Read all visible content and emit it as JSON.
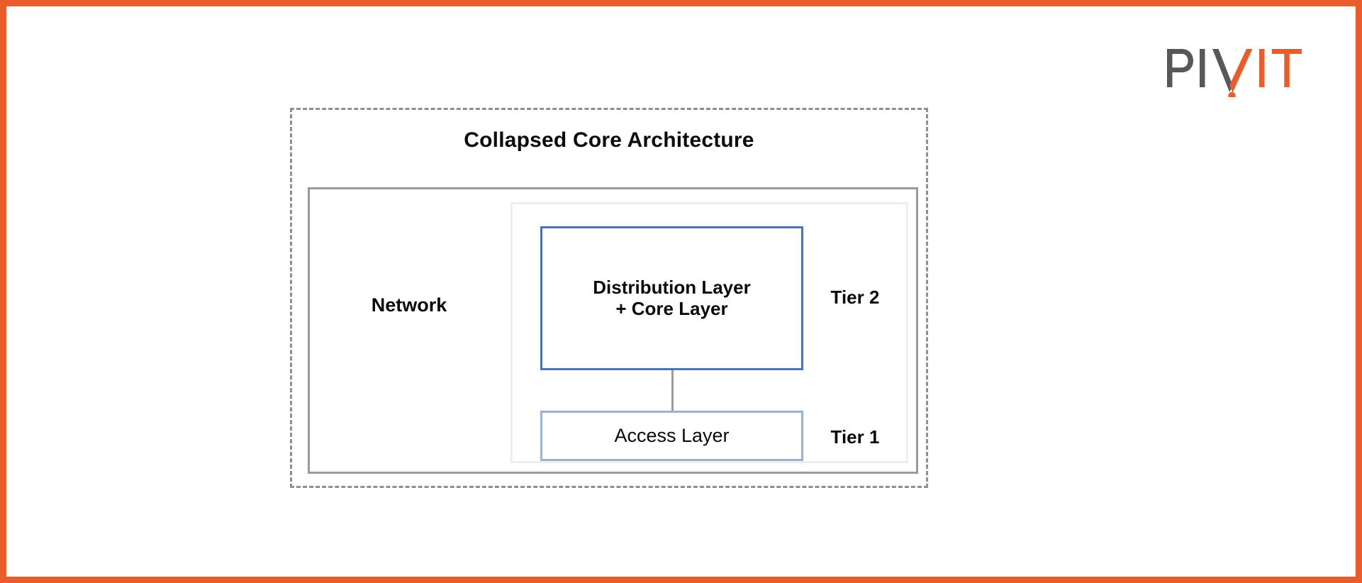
{
  "frame": {
    "border_color": "#ea5c2b"
  },
  "logo": {
    "name": "pivit-logo",
    "text_dark": "PIV",
    "text_accent": "IT",
    "dark_color": "#58585a",
    "accent_color": "#ea5c2b"
  },
  "diagram": {
    "title": "Collapsed Core Architecture",
    "network_label": "Network",
    "connector": "vertical-line",
    "tiers": [
      {
        "id": "tier-2",
        "box_label_line1": "Distribution Layer",
        "box_label_line2": "+ Core Layer",
        "tier_label": "Tier 2",
        "border_color": "#4a74b5"
      },
      {
        "id": "tier-1",
        "box_label": "Access Layer",
        "tier_label": "Tier 1",
        "border_color": "#9bb2d6"
      }
    ],
    "outer_border_color": "#8f8f8f",
    "network_border_color": "#9a9a9a",
    "inner_container_border_color": "#eeeeee"
  }
}
